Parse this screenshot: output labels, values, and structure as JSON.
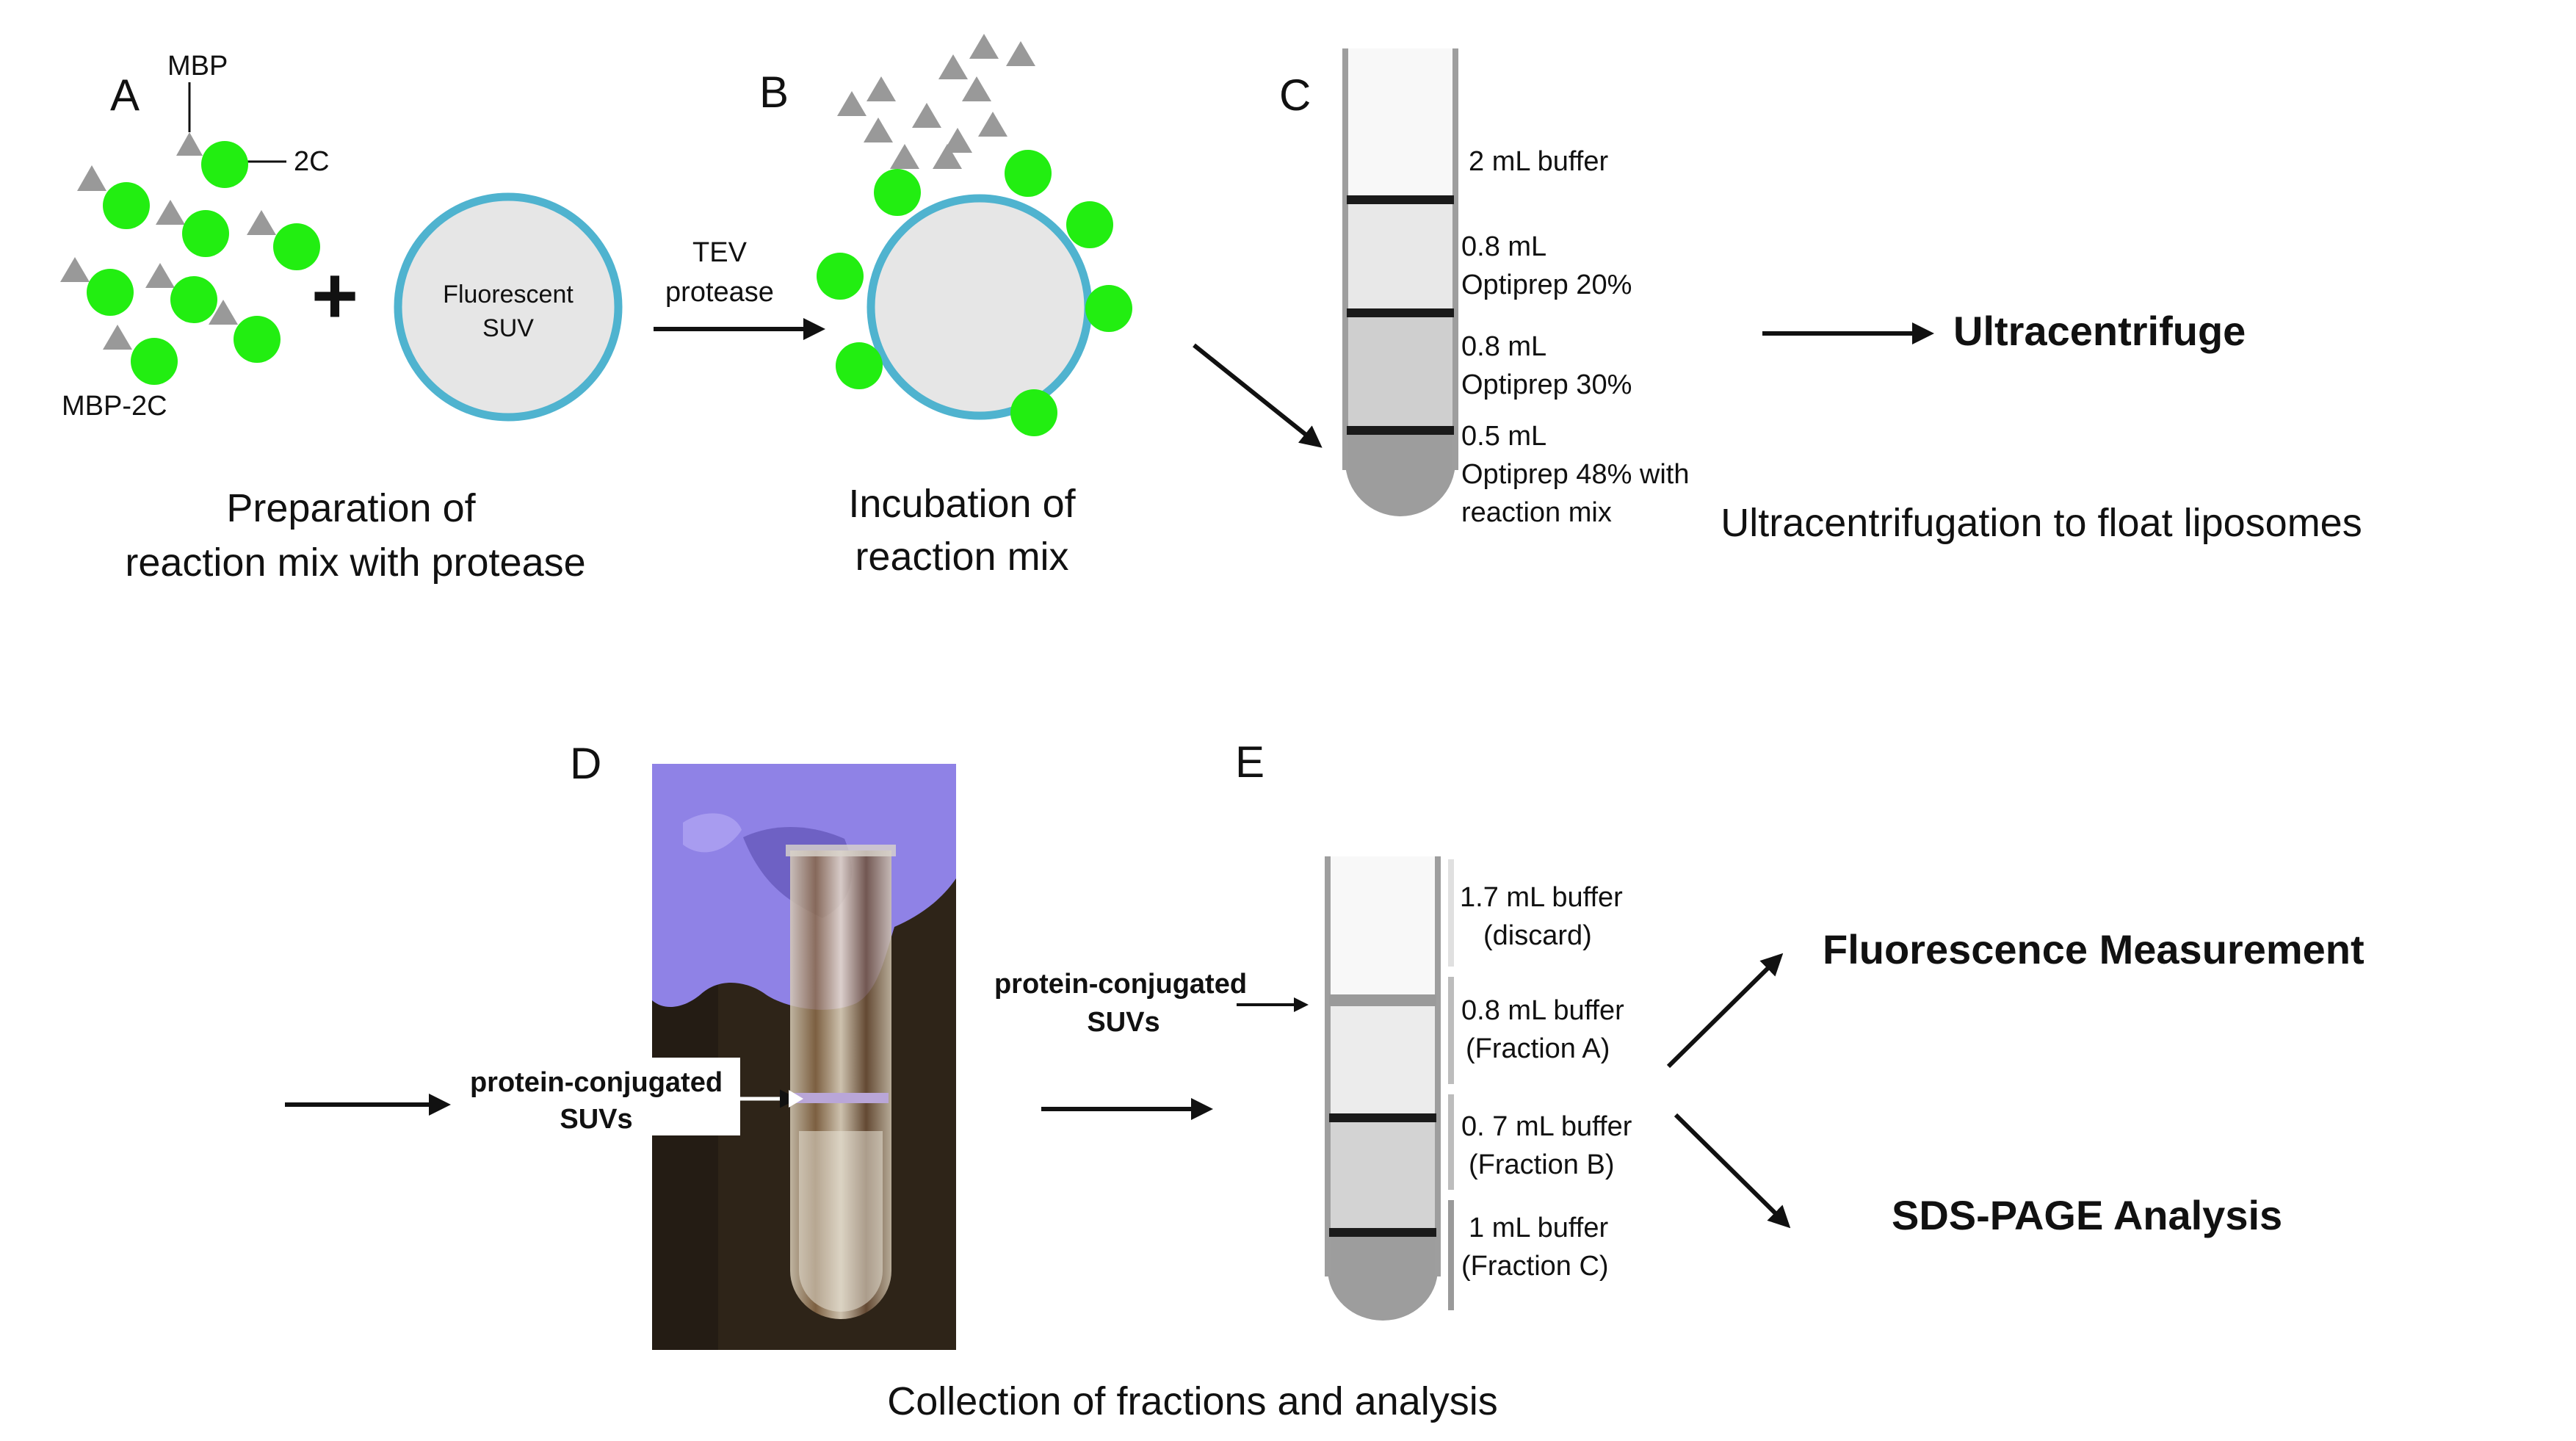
{
  "colors": {
    "protein_2c": "#22ee11",
    "mbp": "#999999",
    "suv_outline": "#4fb3cf",
    "suv_fill": "#e6e6e6",
    "glove": "#8f82e6"
  },
  "panel_a": {
    "letter": "A",
    "label_mbp": "MBP",
    "label_2c": "2C",
    "label_mbp_2c": "MBP-2C",
    "plus": "+",
    "suv_line1": "Fluorescent",
    "suv_line2": "SUV",
    "caption_line1": "Preparation of",
    "caption_line2": "reaction mix with protease"
  },
  "tev": {
    "line1": "TEV",
    "line2": "protease"
  },
  "panel_b": {
    "letter": "B",
    "caption_line1": "Incubation of",
    "caption_line2": "reaction mix"
  },
  "panel_c": {
    "letter": "C",
    "layer1": "2 mL buffer",
    "layer2_line1": "0.8 mL",
    "layer2_line2": "Optiprep 20%",
    "layer3_line1": "0.8 mL",
    "layer3_line2": "Optiprep 30%",
    "layer4_line1": "0.5 mL",
    "layer4_line2": "Optiprep 48% with",
    "layer4_line3": "reaction mix",
    "action": "Ultracentrifuge",
    "caption": "Ultracentrifugation to float liposomes"
  },
  "panel_d": {
    "letter": "D",
    "callout_line1": "protein-conjugated",
    "callout_line2": "SUVs"
  },
  "panel_e": {
    "letter": "E",
    "callout_line1": "protein-conjugated",
    "callout_line2": "SUVs",
    "layer1_line1": "1.7 mL buffer",
    "layer1_line2": "(discard)",
    "layer2_line1": "0.8 mL buffer",
    "layer2_line2": "(Fraction A)",
    "layer3_line1": "0. 7 mL buffer",
    "layer3_line2": "(Fraction B)",
    "layer4_line1": "1 mL buffer",
    "layer4_line2": "(Fraction C)",
    "output1": "Fluorescence Measurement",
    "output2": "SDS-PAGE Analysis",
    "caption": "Collection of fractions and analysis"
  }
}
